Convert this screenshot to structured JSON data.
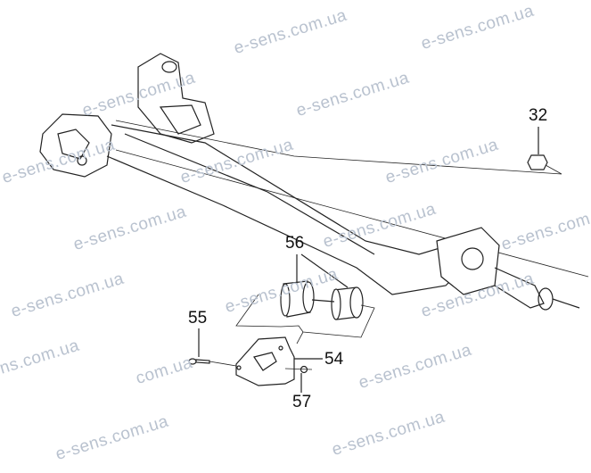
{
  "watermark": "e-sens.com.ua",
  "watermark_partial": "com.ua",
  "callouts": {
    "c32": "32",
    "c56": "56",
    "c55": "55",
    "c54": "54",
    "c57": "57"
  }
}
